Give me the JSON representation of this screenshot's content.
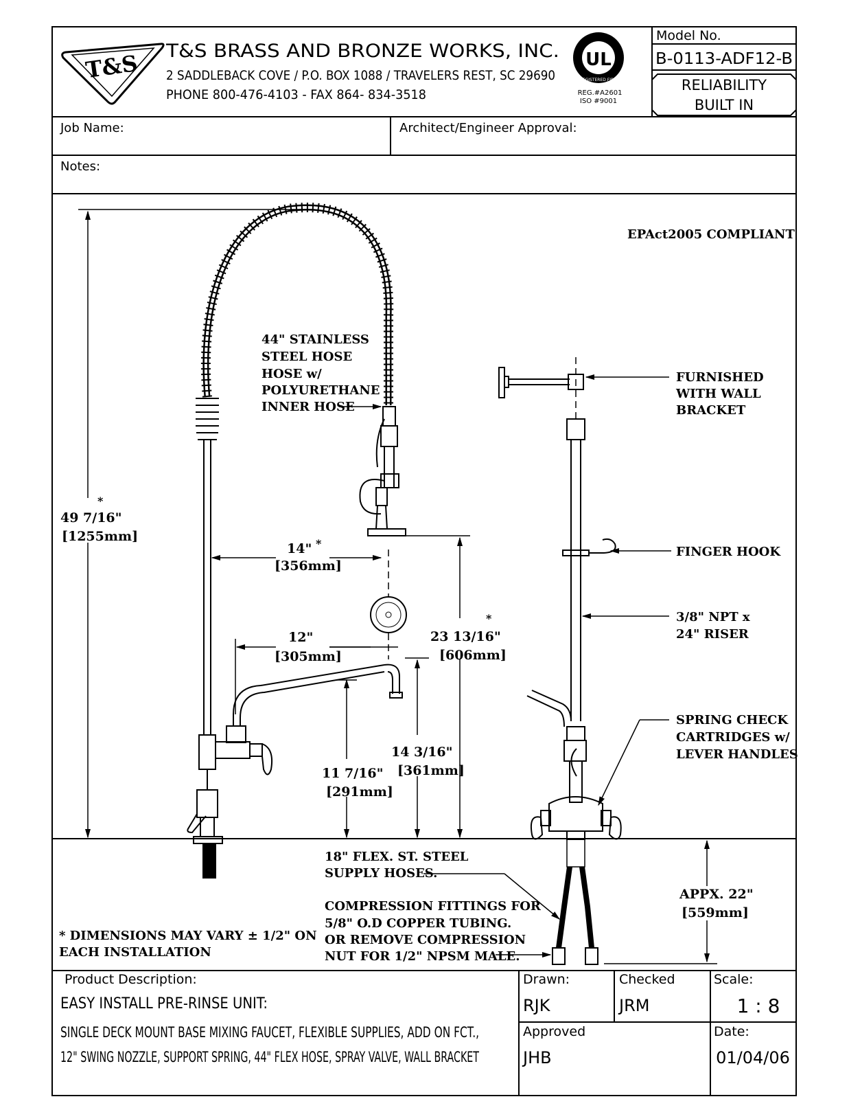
{
  "header": {
    "logo_text": "T&S",
    "company": "T&S BRASS AND BRONZE WORKS, INC.",
    "address": "2 SADDLEBACK COVE / P.O. BOX 1088 / TRAVELERS REST, SC 29690",
    "phone": "PHONE 800-476-4103 - FAX  864- 834-3518",
    "ul_mark": "UL",
    "ul_ring": "REGISTERED FIRM",
    "reg_line1": "REG.#A2601",
    "reg_line2": "ISO #9001",
    "model_label": "Model  No.",
    "model_number": "B-0113-ADF12-B",
    "slogan_line1": "RELIABILITY",
    "slogan_line2": "BUILT IN"
  },
  "form": {
    "job_name_label": "Job  Name:",
    "job_name_value": "",
    "approval_label": "Architect/Engineer  Approval:",
    "approval_value": "",
    "notes_label": "Notes:",
    "notes_value": ""
  },
  "drawing": {
    "compliance": "EPAct2005  COMPLIANT",
    "hose_note": [
      "44\" STAINLESS",
      "STEEL HOSE",
      "HOSE w/",
      "POLYURETHANE",
      "INNER HOSE"
    ],
    "bracket_note": [
      "FURNISHED",
      "WITH  WALL",
      "BRACKET"
    ],
    "finger_hook": "FINGER  HOOK",
    "riser_note": [
      "3/8\"  NPT  x",
      "24\"  RISER"
    ],
    "spring_note": [
      "SPRING  CHECK",
      "CARTRIDGES  w/",
      "LEVER  HANDLES"
    ],
    "dim_height": [
      "49  7/16\"",
      "[1255mm]"
    ],
    "dim_reach": [
      "14\"",
      "[356mm]"
    ],
    "dim_nozzle": [
      "12\"",
      "[305mm]"
    ],
    "dim_spray": [
      "23  13/16\"",
      "[606mm]"
    ],
    "dim_nozzle_height": [
      "14  3/16\"",
      "[361mm]"
    ],
    "dim_spout_height": [
      "11  7/16\"",
      "[291mm]"
    ],
    "asterisk": "*",
    "supply_note": [
      "18\"  FLEX.  ST.  STEEL",
      "SUPPLY  HOSES."
    ],
    "fitting_note": [
      "COMPRESSION  FITTINGS  FOR",
      "5/8\"  O.D  COPPER  TUBING.",
      "OR  REMOVE  COMPRESSION",
      "NUT  FOR  1/2\"  NPSM  MALE."
    ],
    "below_deck": [
      "APPX.  22\"",
      "[559mm]"
    ],
    "dim_disclaimer": [
      "* DIMENSIONS  MAY  VARY  ±  1/2\"  ON",
      "EACH  INSTALLATION"
    ]
  },
  "title_block": {
    "product_label": "Product  Description:",
    "product_title": "EASY  INSTALL  PRE-RINSE  UNIT:",
    "product_line1": "SINGLE  DECK  MOUNT  BASE  MIXING  FAUCET,  FLEXIBLE  SUPPLIES,  ADD  ON  FCT.,",
    "product_line2": "12\"  SWING  NOZZLE,  SUPPORT  SPRING,  44\"  FLEX  HOSE,  SPRAY  VALVE,  WALL  BRACKET",
    "drawn_label": "Drawn:",
    "drawn_value": "RJK",
    "checked_label": "Checked",
    "checked_value": "JRM",
    "scale_label": "Scale:",
    "scale_value": "1 : 8",
    "approved_label": "Approved",
    "approved_value": "JHB",
    "date_label": "Date:",
    "date_value": "01/04/06"
  }
}
